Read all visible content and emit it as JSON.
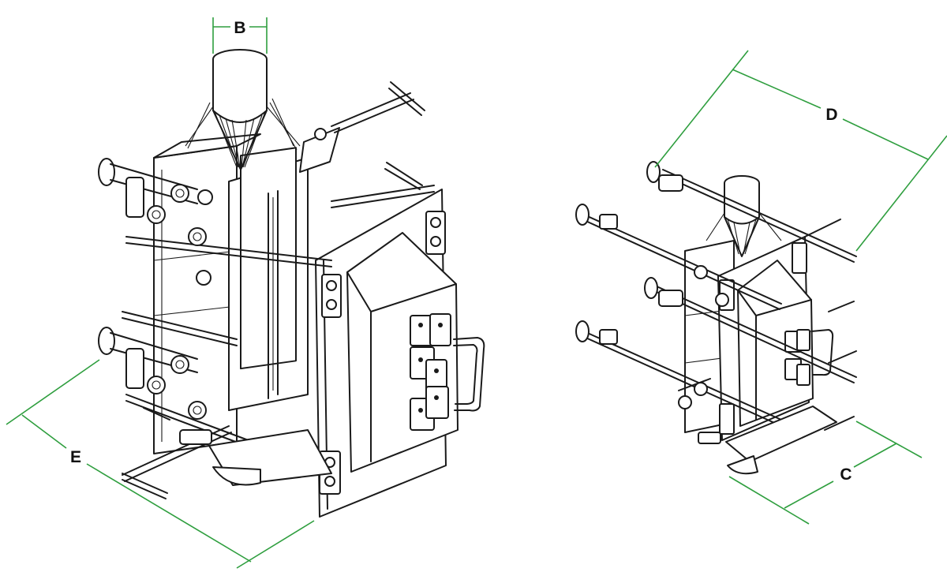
{
  "dimension_labels": {
    "b": "B",
    "d": "D",
    "e": "E",
    "c": "C"
  },
  "colors": {
    "dimension_line": "#2e9e3e",
    "line_art": "#1a1a1a",
    "background": "#ffffff"
  }
}
